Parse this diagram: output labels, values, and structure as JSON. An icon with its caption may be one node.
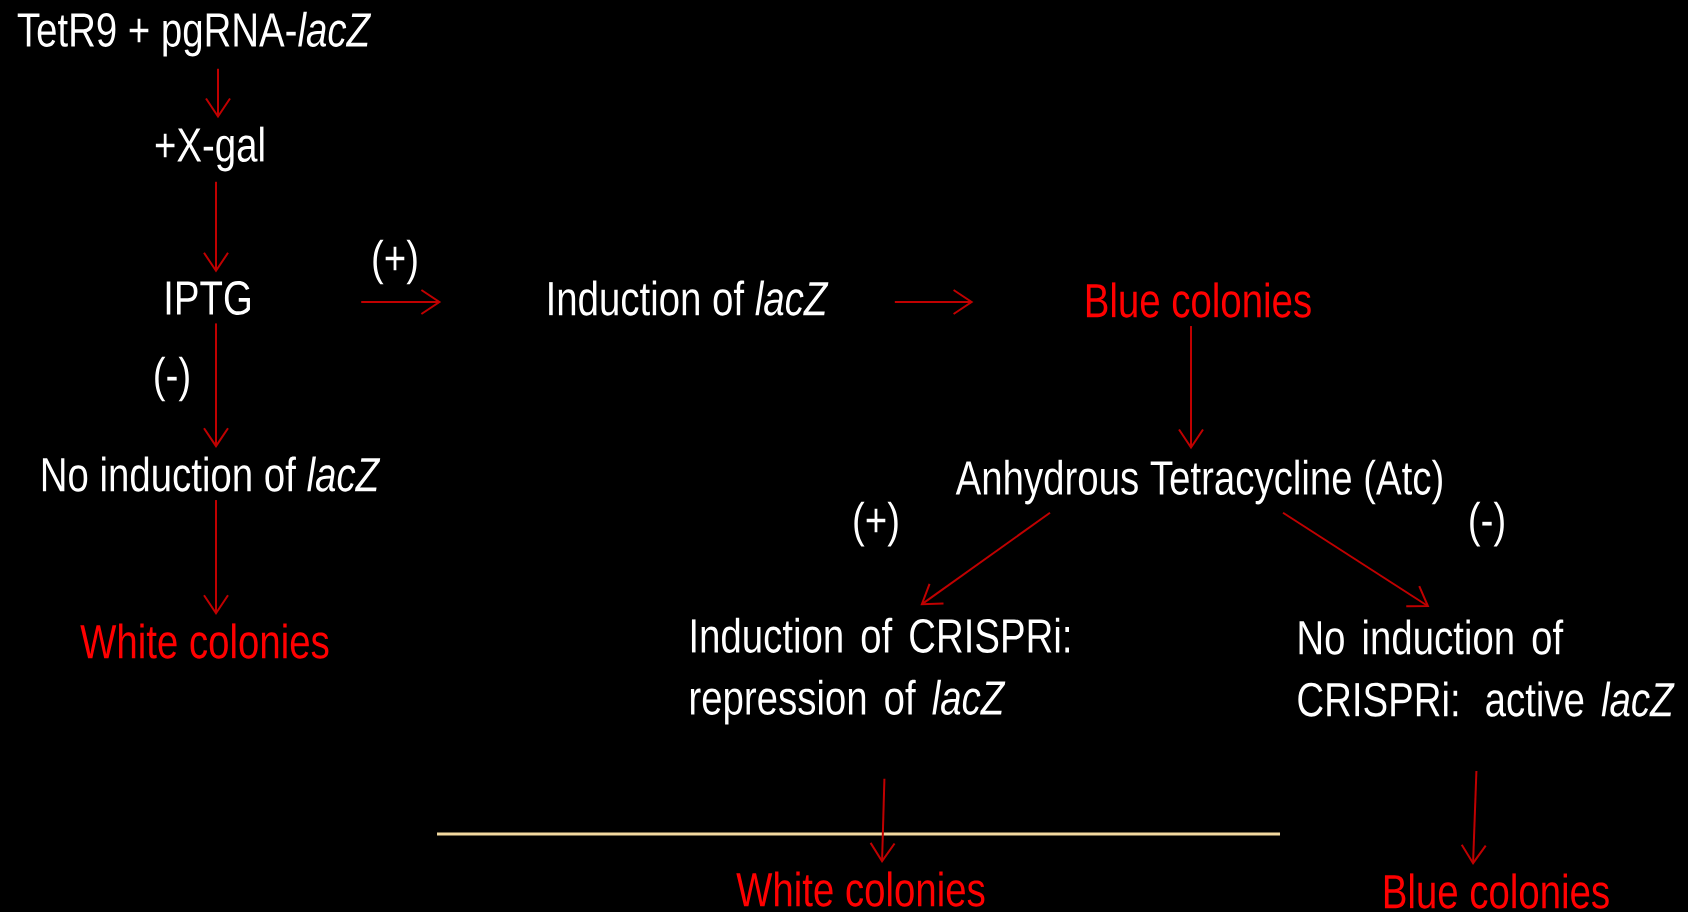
{
  "diagram": {
    "nodes": [
      {
        "text": [
          "TetR9 + pgRNA-*lacZ*"
        ]
      },
      {
        "text": [
          "+X-gal"
        ]
      },
      {
        "text": [
          "IPTG"
        ]
      },
      {
        "text": [
          "Induction of *lacZ*"
        ]
      },
      {
        "text": [
          "Blue colonies"
        ]
      },
      {
        "text": [
          "No induction of *lacZ*"
        ]
      },
      {
        "text": [
          "White colonies"
        ]
      },
      {
        "text": [
          "Anhydrous Tetracycline (Atc)"
        ]
      },
      {
        "text": [
          "Induction of CRISPRi: repression of *lacZ*"
        ]
      },
      {
        "text": [
          "No induction of CRISPRi: active *lacZ*"
        ]
      },
      {
        "text": [
          "White colonies"
        ]
      },
      {
        "text": [
          "Blue colonies"
        ]
      }
    ],
    "edges": [
      {
        "from": 0,
        "to": 1,
        "arrow": "to"
      },
      {
        "from": 1,
        "to": 2,
        "arrow": "to"
      },
      {
        "from": 2,
        "to": 3,
        "arrow": "to",
        "label": "(+)"
      },
      {
        "from": 3,
        "to": 4,
        "arrow": "to"
      },
      {
        "from": 2,
        "to": 5,
        "arrow": "to",
        "label": "(-)"
      },
      {
        "from": 5,
        "to": 6,
        "arrow": "to"
      },
      {
        "from": 4,
        "to": 7,
        "arrow": "to"
      },
      {
        "from": 7,
        "to": 8,
        "arrow": "to",
        "label": "(+)"
      },
      {
        "from": 7,
        "to": 9,
        "arrow": "to",
        "label": "(-)"
      },
      {
        "from": 8,
        "to": 10,
        "arrow": "to"
      },
      {
        "from": 9,
        "to": 11,
        "arrow": "to"
      }
    ]
  }
}
